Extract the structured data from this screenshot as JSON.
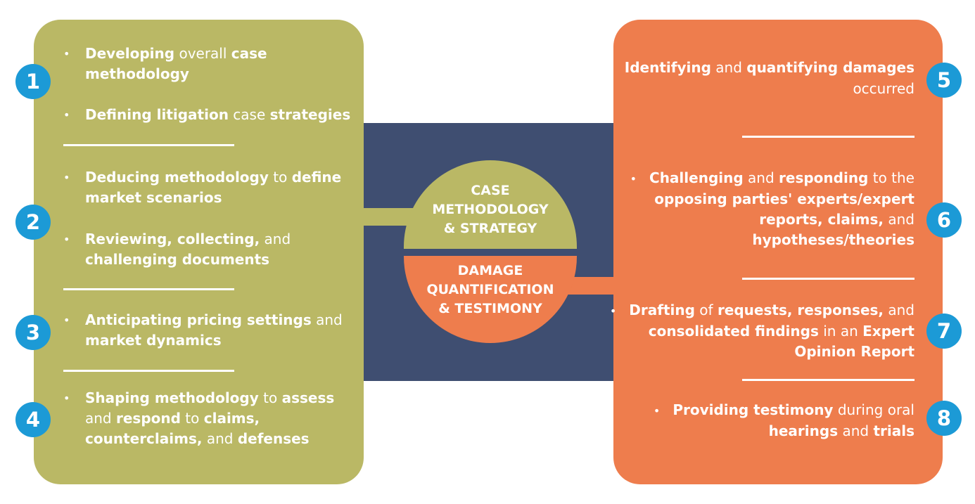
{
  "colors": {
    "left_panel": "#bab865",
    "right_panel": "#ee7d4d",
    "center_band": "#3f4e71",
    "badge": "#1c9ad6",
    "text": "#ffffff"
  },
  "center": {
    "top_lines": [
      "CASE",
      "METHODOLOGY",
      "& STRATEGY"
    ],
    "bottom_lines": [
      "DAMAGE",
      "QUANTIFICATION",
      "& TESTIMONY"
    ]
  },
  "badges": [
    "1",
    "2",
    "3",
    "4",
    "5",
    "6",
    "7",
    "8"
  ],
  "left_items": [
    [
      {
        "t": "Developing",
        "b": true
      },
      {
        "t": " overall ",
        "b": false
      },
      {
        "t": "case methodology",
        "b": true
      }
    ],
    [
      {
        "t": "Defining litigation",
        "b": true
      },
      {
        "t": " case ",
        "b": false
      },
      {
        "t": "strategies",
        "b": true
      }
    ],
    [
      {
        "t": "Deducing methodology",
        "b": true
      },
      {
        "t": " to ",
        "b": false
      },
      {
        "t": "define market scenarios",
        "b": true
      }
    ],
    [
      {
        "t": "Reviewing, collecting,",
        "b": true
      },
      {
        "t": " and ",
        "b": false
      },
      {
        "t": "challenging documents",
        "b": true
      }
    ],
    [
      {
        "t": "Anticipating pricing settings",
        "b": true
      },
      {
        "t": " and ",
        "b": false
      },
      {
        "t": "market dynamics",
        "b": true
      }
    ],
    [
      {
        "t": "Shaping methodology",
        "b": true
      },
      {
        "t": " to ",
        "b": false
      },
      {
        "t": "assess",
        "b": true
      },
      {
        "t": " and ",
        "b": false
      },
      {
        "t": "respond",
        "b": true
      },
      {
        "t": " to ",
        "b": false
      },
      {
        "t": "claims, counterclaims,",
        "b": true
      },
      {
        "t": " and ",
        "b": false
      },
      {
        "t": "defenses",
        "b": true
      }
    ]
  ],
  "right_items": [
    [
      {
        "t": "Identifying",
        "b": true
      },
      {
        "t": " and ",
        "b": false
      },
      {
        "t": "quantifying damages",
        "b": true
      },
      {
        "t": " occurred",
        "b": false
      }
    ],
    [
      {
        "t": "Challenging",
        "b": true
      },
      {
        "t": " and ",
        "b": false
      },
      {
        "t": "responding",
        "b": true
      },
      {
        "t": " to the ",
        "b": false
      },
      {
        "t": "opposing parties' experts/expert reports, claims,",
        "b": true
      },
      {
        "t": " and ",
        "b": false
      },
      {
        "t": "hypotheses/theories",
        "b": true
      }
    ],
    [
      {
        "t": "Drafting",
        "b": true
      },
      {
        "t": " of ",
        "b": false
      },
      {
        "t": "requests, responses,",
        "b": true
      },
      {
        "t": " and ",
        "b": false
      },
      {
        "t": "consolidated findings",
        "b": true
      },
      {
        "t": " in an ",
        "b": false
      },
      {
        "t": "Expert Opinion Report",
        "b": true
      }
    ],
    [
      {
        "t": "Providing testimony",
        "b": true
      },
      {
        "t": " during oral ",
        "b": false
      },
      {
        "t": "hearings",
        "b": true
      },
      {
        "t": " and ",
        "b": false
      },
      {
        "t": "trials",
        "b": true
      }
    ]
  ]
}
